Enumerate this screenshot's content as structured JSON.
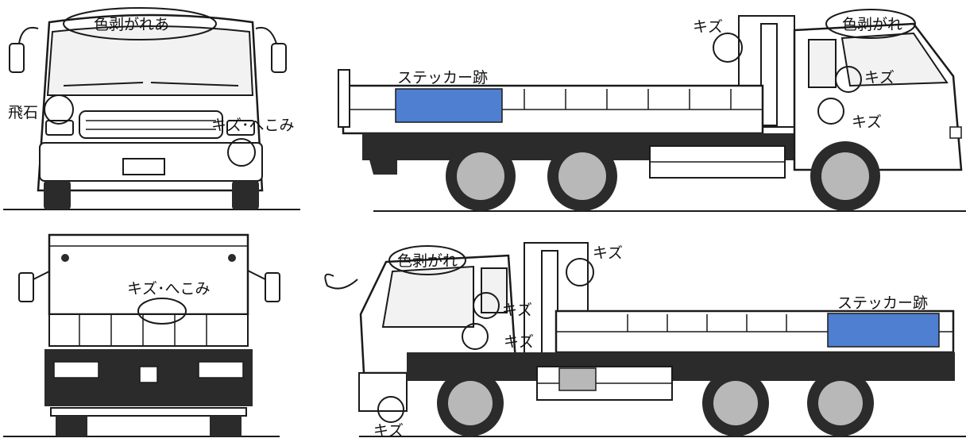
{
  "colors": {
    "line": "#1a1a1a",
    "dark": "#2b2b2b",
    "tire": "#b8b8b8",
    "window": "#f2f2f2",
    "sticker": "#4f7fd1",
    "paper": "#ffffff"
  },
  "views": {
    "front": {
      "label_top": "色剥がれあ",
      "label_left": "飛石",
      "label_right": "キズ･へこみ"
    },
    "rear": {
      "label_center": "キズ･へこみ"
    },
    "right_side": {
      "sticker_label": "ステッカー跡",
      "label_roof": "色剥がれ",
      "label_post": "キズ",
      "label_door_upper": "キズ",
      "label_door_lower": "キズ"
    },
    "left_side": {
      "sticker_label": "ステッカー跡",
      "label_roof": "色剥がれ",
      "label_post": "キズ",
      "label_door_upper": "キズ",
      "label_door_lower": "キズ",
      "label_bumper": "キズ"
    }
  }
}
